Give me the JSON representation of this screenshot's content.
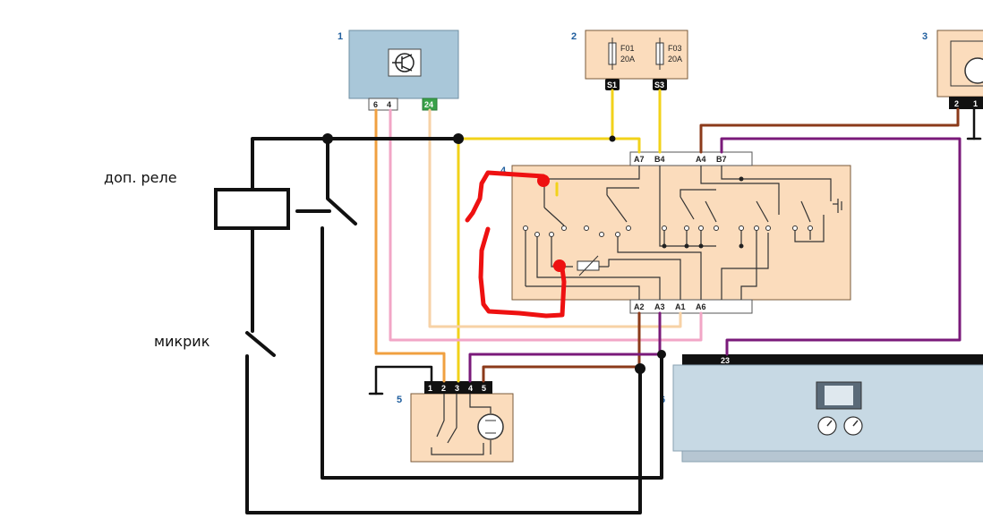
{
  "components": {
    "c1": {
      "number": "1",
      "pins": [
        "6",
        "4",
        "24"
      ]
    },
    "c2": {
      "number": "2",
      "fuses": [
        {
          "name": "F01",
          "rating": "20A",
          "pin": "S1"
        },
        {
          "name": "F03",
          "rating": "20A",
          "pin": "S3"
        }
      ]
    },
    "c3": {
      "number": "3",
      "pins": [
        "2",
        "1"
      ]
    },
    "c4": {
      "number": "4",
      "top_pins": [
        "A7",
        "B4",
        "A4",
        "B7"
      ],
      "bottom_pins": [
        "A2",
        "A3",
        "A1",
        "A6"
      ]
    },
    "c5": {
      "number": "5",
      "pins": [
        "1",
        "2",
        "3",
        "4",
        "5"
      ]
    },
    "c6": {
      "number": "6",
      "pin": "23"
    }
  },
  "annotations": {
    "relay": "доп. реле",
    "microswitch": "микрик"
  },
  "colors": {
    "yellow": "#f2d21a",
    "orange": "#f0a040",
    "pink": "#f2a6c6",
    "peach": "#f7d2a6",
    "brown": "#8b3a1a",
    "purple": "#7a1a7a",
    "black": "#111111",
    "red": "#ee1111",
    "box_fill": "#fbdcbc",
    "module_fill": "#a9c7d9",
    "panel_fill": "#c7d9e4"
  }
}
